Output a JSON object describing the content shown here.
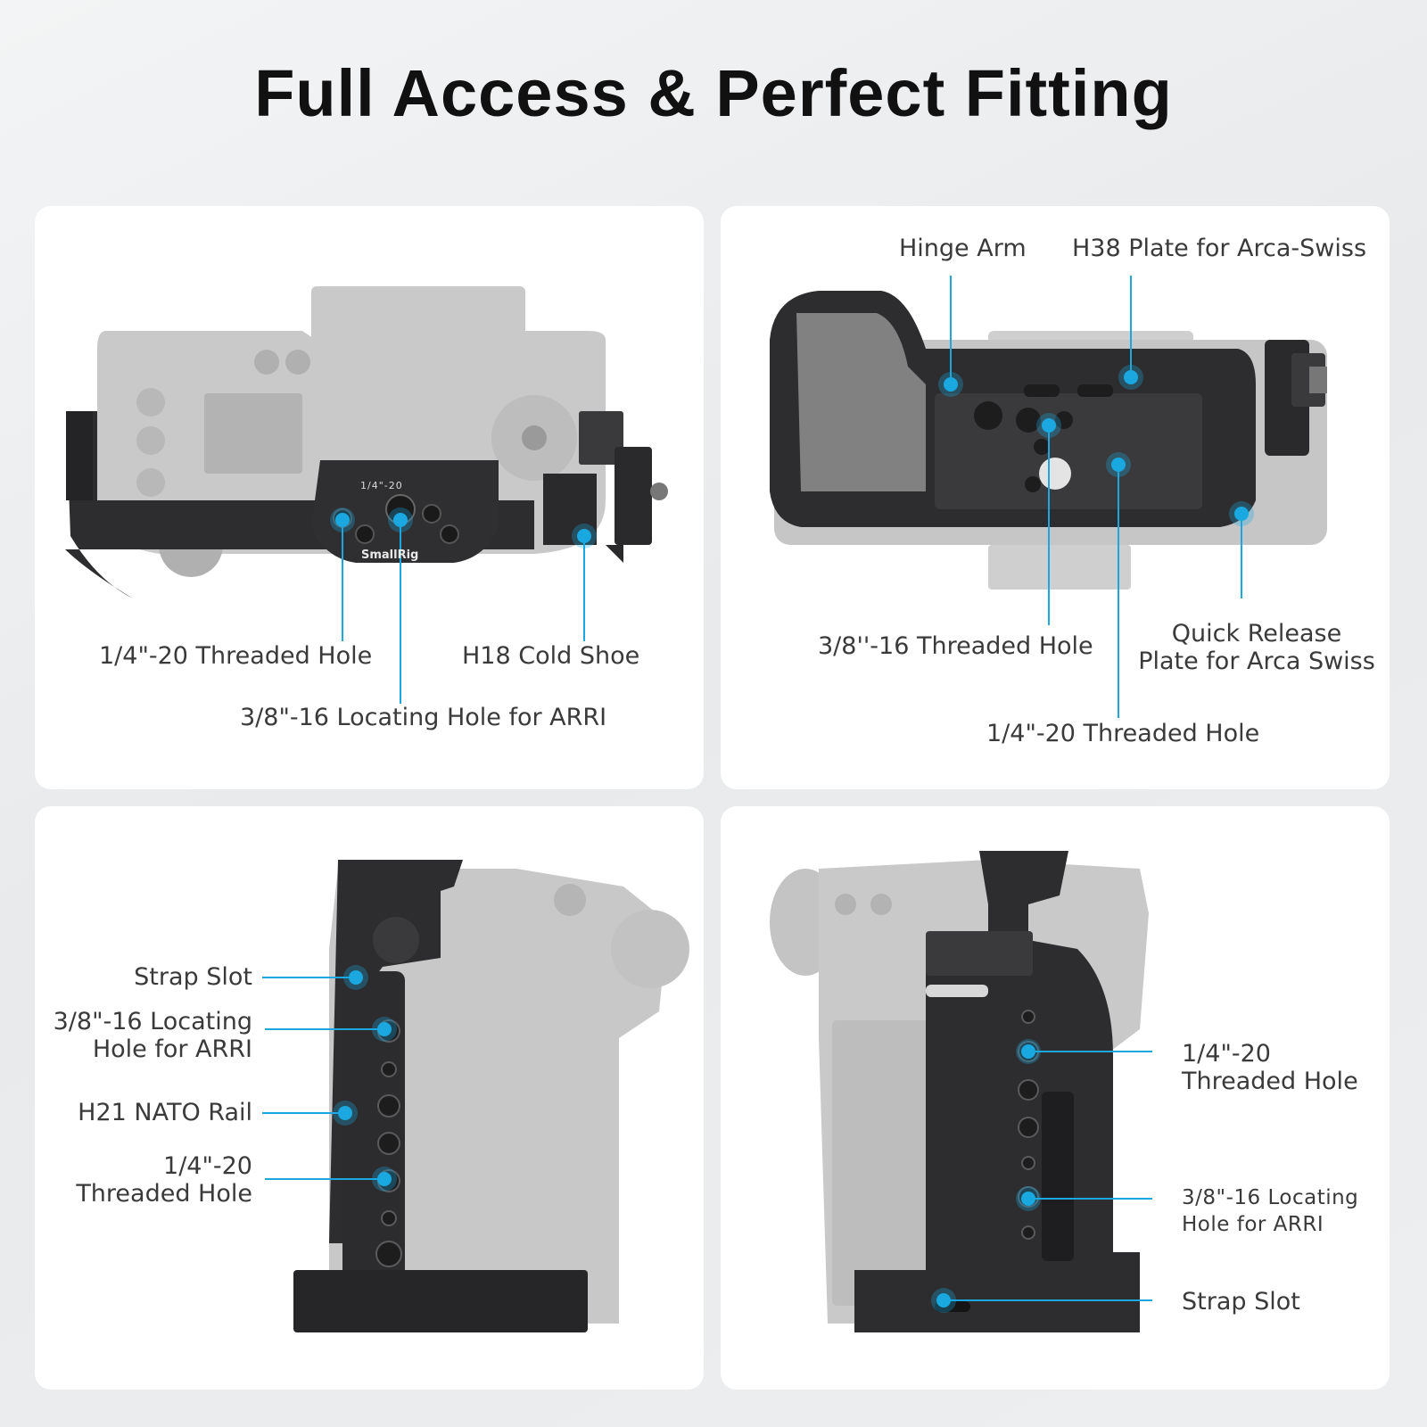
{
  "title": "Full Access & Perfect Fitting",
  "accent_color": "#1ba8e0",
  "panels": {
    "top_left": {
      "view": "top",
      "labels": {
        "threaded_hole": "1/4\"-20 Threaded Hole",
        "cold_shoe": "H18 Cold Shoe",
        "locating_hole": "3/8\"-16 Locating Hole for ARRI"
      },
      "product_marks": {
        "brand": "SmallRig",
        "plate_mark": "1/4\"-20"
      }
    },
    "top_right": {
      "view": "bottom",
      "labels": {
        "hinge_arm": "Hinge Arm",
        "plate": "H38 Plate for Arca-Swiss",
        "threaded_hole_38": "3/8''-16 Threaded Hole",
        "quick_release_line1": "Quick Release",
        "quick_release_line2": "Plate for Arca Swiss",
        "threaded_hole_14": "1/4\"-20 Threaded Hole"
      }
    },
    "bottom_left": {
      "view": "left-side",
      "labels": {
        "strap_slot": "Strap Slot",
        "locating_line1": "3/8\"-16 Locating",
        "locating_line2": "Hole for ARRI",
        "nato_rail": "H21 NATO Rail",
        "threaded_line1": "1/4\"-20",
        "threaded_line2": "Threaded Hole"
      }
    },
    "bottom_right": {
      "view": "right-side",
      "labels": {
        "threaded_line1": "1/4\"-20",
        "threaded_line2": "Threaded Hole",
        "locating_line1": "3/8\"-16 Locating",
        "locating_line2": "Hole for ARRI",
        "strap_slot": "Strap Slot"
      }
    }
  }
}
